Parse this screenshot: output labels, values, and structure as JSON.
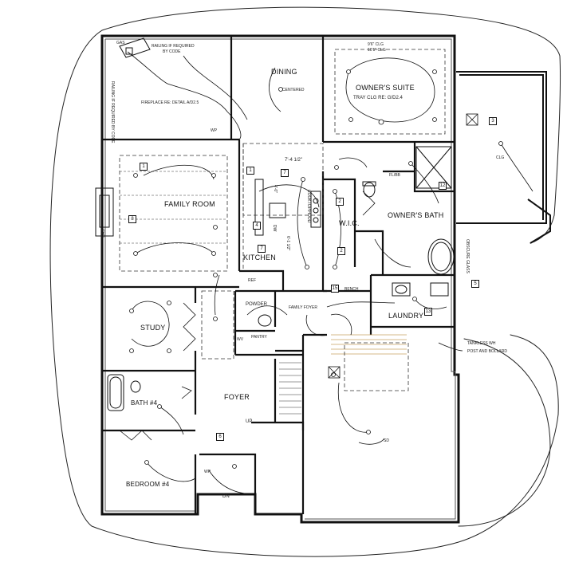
{
  "rooms": {
    "dining": "DINING",
    "owners_suite": "OWNER'S SUITE",
    "family_room": "FAMILY ROOM",
    "kitchen": "KITCHEN",
    "wic": "W.I.C.",
    "owners_bath": "OWNER'S BATH",
    "powder": "POWDER",
    "family_foyer": "FAMILY FOYER",
    "laundry": "LAUNDRY",
    "study": "STUDY",
    "pantry": "PANTRY",
    "bath4": "BATH #4",
    "foyer": "FOYER",
    "bedroom4": "BEDROOM #4"
  },
  "notes": {
    "gas_top": "GAS",
    "railing": "RAILING IF REQUIRED",
    "by_code": "BY CODE",
    "railing_side": "RAILING IF REQUIRED BY CODE",
    "fireplace": "FIREPLACE RE: DETAIL A/D2.5",
    "centered": "CENTERED",
    "clg_96": "9'6\" CLG",
    "clg_101": "10'1\" CLG",
    "tray_clg": "TRAY CLG RE: G/D2.4",
    "clg": "CLG",
    "dim_74": "7'-4 1/2\"",
    "dim_40": "4'-0\"",
    "dim_612": "6'-1 1/2\"",
    "cooktop": "COOKTOP/HOOD",
    "dw": "DW",
    "ref": "REF",
    "bench": "BENCH",
    "flbb": "FL/BB",
    "obscure_glass": "OBSCURE GLASS",
    "tankless": "TANKLESS WH",
    "post_bollard": "POST AND BOLLARD",
    "gas_side": "GAS",
    "wp": "WP",
    "up": "UP",
    "dn": "DN",
    "sd": "SD",
    "wv": "WV"
  },
  "tags": {
    "t1a": "1",
    "t1b": "1",
    "t2a": "2",
    "t2b": "2",
    "t3": "3",
    "t4": "4",
    "t5": "5",
    "t6": "6",
    "t7a": "7",
    "t7b": "7",
    "t8": "8",
    "t12": "12",
    "t13": "13",
    "t15": "15"
  }
}
